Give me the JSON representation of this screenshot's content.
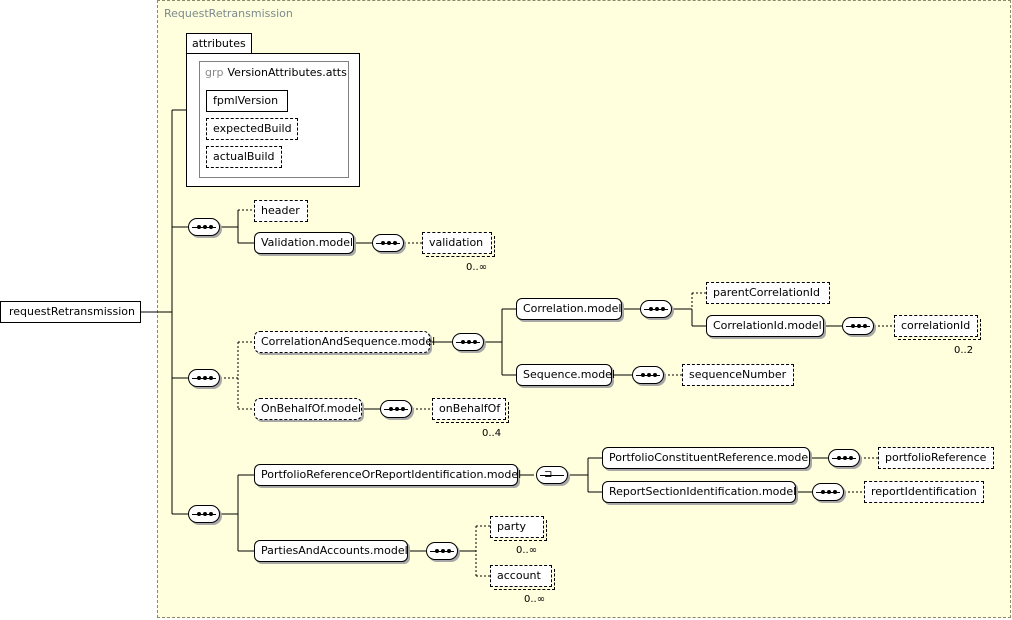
{
  "root": {
    "label": "requestRetransmission"
  },
  "complex_type": {
    "title": "RequestRetransmission"
  },
  "attributes": {
    "tab_label": "attributes",
    "group": {
      "prefix": "grp",
      "name": "VersionAttributes.atts"
    },
    "items": [
      {
        "label": "fpmlVersion",
        "required": true
      },
      {
        "label": "expectedBuild",
        "required": false
      },
      {
        "label": "actualBuild",
        "required": false
      }
    ]
  },
  "nodes": {
    "header": "header",
    "validation_model": "Validation.model",
    "validation": "validation",
    "validation_occ": "0..∞",
    "correlation_and_sequence_model": "CorrelationAndSequence.model",
    "correlation_model": "Correlation.model",
    "parent_correlation_id": "parentCorrelationId",
    "correlation_id_model": "CorrelationId.model",
    "correlation_id": "correlationId",
    "correlation_id_occ": "0..2",
    "sequence_model": "Sequence.model",
    "sequence_number": "sequenceNumber",
    "on_behalf_of_model": "OnBehalfOf.model",
    "on_behalf_of": "onBehalfOf",
    "on_behalf_of_occ": "0..4",
    "portfolio_ref_or_report_id_model": "PortfolioReferenceOrReportIdentification.model",
    "portfolio_constituent_ref_model": "PortfolioConstituentReference.model",
    "portfolio_reference": "portfolioReference",
    "report_section_id_model": "ReportSectionIdentification.model",
    "report_identification": "reportIdentification",
    "parties_and_accounts_model": "PartiesAndAccounts.model",
    "party": "party",
    "party_occ": "0..∞",
    "account": "account",
    "account_occ": "0..∞"
  }
}
